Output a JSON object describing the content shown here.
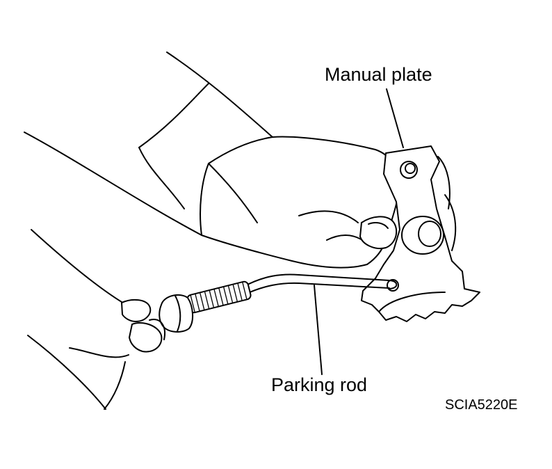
{
  "labels": {
    "manual_plate": "Manual plate",
    "parking_rod": "Parking rod",
    "figure_code": "SCIA5220E"
  },
  "colors": {
    "line": "#000000",
    "background": "#ffffff"
  }
}
